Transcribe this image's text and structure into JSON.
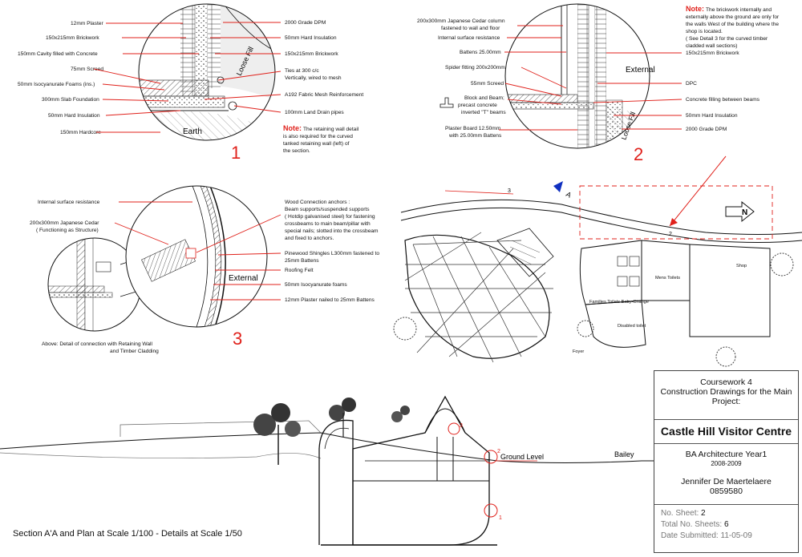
{
  "detail1": {
    "number": "1",
    "labels_left": [
      "12mm Plaster",
      "150x215mm Brickwork",
      "150mm Cavity filled with Concrete",
      "75mm Screed",
      "50mm Isocyanurate Foams  (ins.)",
      "300mm Slab Foundation",
      "50mm Hard Insulation",
      "150mm Hardcore"
    ],
    "labels_right": [
      "2000 Grade DPM",
      "50mm Hard Insulation",
      "150x215mm Brickwork",
      "Ties at 300 c/c",
      "Vertically, wired to mesh",
      "A192 Fabric Mesh Reinforcement",
      "100mm Land Drain pipes"
    ],
    "earth": "Earth",
    "loose_fill": "Loose Fill",
    "note_head": "Note:",
    "note_lines": [
      "The retaining wall detail",
      "is also required for the curved",
      "tanked retaining wall  (left)   of",
      "the section."
    ]
  },
  "detail2": {
    "number": "2",
    "labels_left": [
      "200x300mm Japanese Cedar column",
      "fastened to wall and floor",
      "Internal surface resistance",
      "Battens 25.00mm",
      "Spider fitting 200x200mm",
      "55mm Screed",
      "Block and Beam;",
      "precast concrete",
      "inverted \"T\" beams",
      "Plaster Board 12.50mm",
      "with 25.00mm Battens"
    ],
    "labels_right": [
      "150x215mm Brickwork",
      "DPC",
      "Concrete filling between beams",
      "50mm Hard Insulation",
      "2000 Grade DPM"
    ],
    "external": "External",
    "loose_fill": "Loose Fill",
    "note_head": "Note:",
    "note_lines": [
      "The brickwork internally and",
      "externally above the ground are only for",
      "the walls West of the building where the",
      "shop is located.",
      "( See Detail 3 for the curved timber",
      "cladded wall sections)"
    ]
  },
  "detail3": {
    "number": "3",
    "labels_left": [
      "Internal surface resistance",
      "200x300mm Japanese Cedar",
      "( Functioning as Structure)"
    ],
    "labels_right": [
      "Wood Connection anchors :",
      "Beam supports/suspended supports",
      "( Hotdip galvanised steel)  for fastening",
      "crossbeams to main beam/pillar with",
      "special nails; slotted into the crossbeam",
      "and fixed to anchors.",
      "Pinewood Shingles L300mm fastened to",
      "25mm Battens",
      "Roofing Felt",
      "50mm Isocyanurate foams",
      "12mm Plaster nailed to 25mm Battens"
    ],
    "external": "External",
    "caption_lines": [
      "Above: Detail of connection with Retaining Wall",
      "and Timber Cladding"
    ]
  },
  "plan": {
    "marker_3": "3",
    "marker_2": "2",
    "section_marker": "A",
    "rooms": [
      "Mens Toilets",
      "Families Toilets Baby-Change",
      "Disabled toilet",
      "Shop",
      "Foyer"
    ]
  },
  "section": {
    "ground_level": "Ground Level",
    "bailey": "Bailey",
    "marker_1": "1",
    "marker_2": "2",
    "marker_3": "3"
  },
  "title_block": {
    "line1": "Coursework 4",
    "line2": "Construction Drawings for the Main",
    "line3": "Project:",
    "project": "Castle Hill Visitor Centre",
    "course": "BA Architecture Year1",
    "years": "2008-2009",
    "author": "Jennifer De Maertelaere",
    "student_id": "0859580",
    "sheet_label": "No. Sheet:",
    "sheet_value": "2",
    "total_label": "Total No. Sheets:",
    "total_value": "6",
    "date_label": "Date Submitted:",
    "date_value": "11-05-09"
  },
  "caption": "Section A'A  and  Plan at Scale 1/100  -  Details at Scale 1/50",
  "colors": {
    "accent_red": "#e0211b",
    "ink": "#111111"
  }
}
